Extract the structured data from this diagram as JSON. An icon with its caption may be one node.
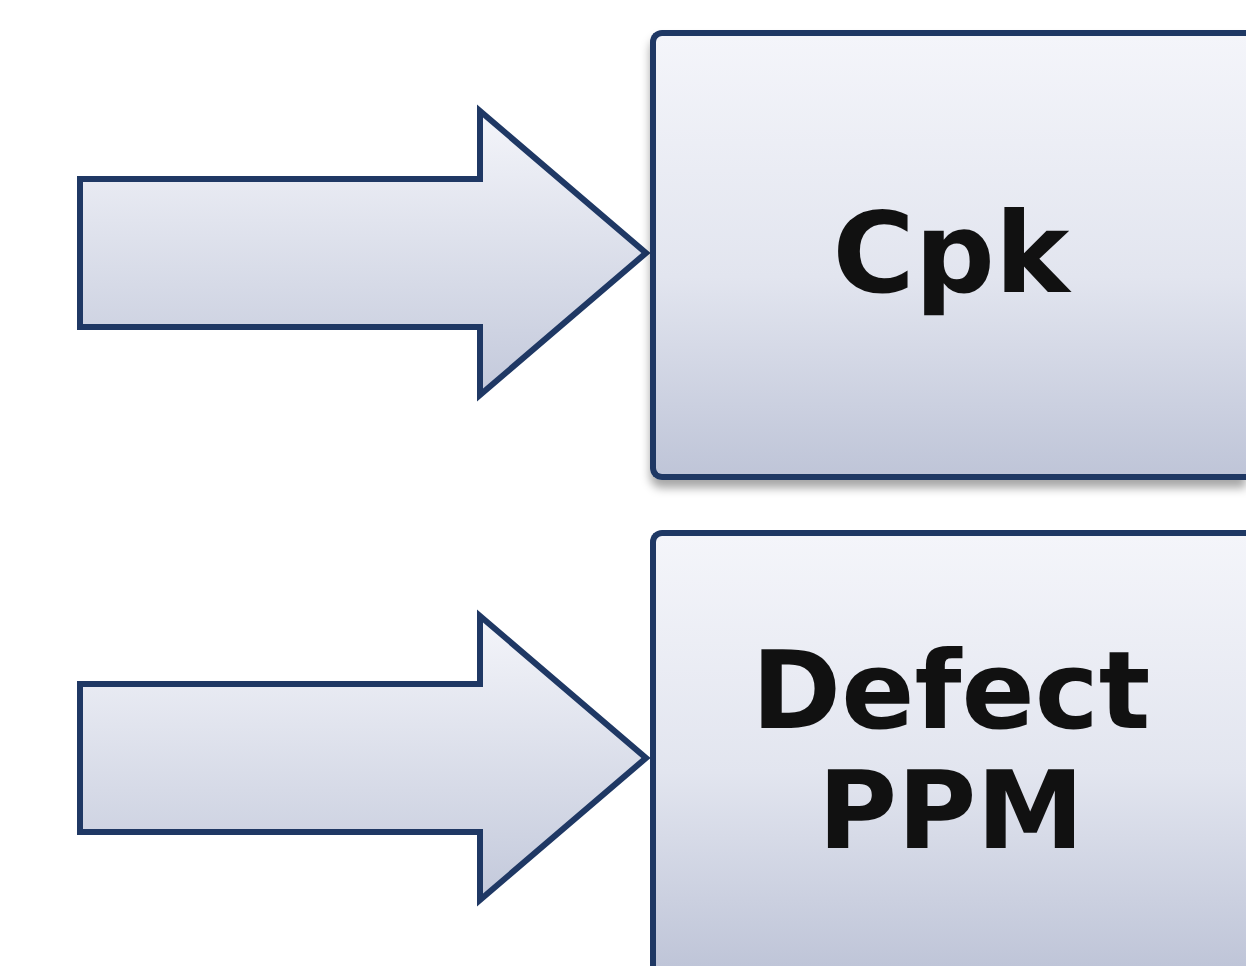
{
  "diagram": {
    "nodes": [
      {
        "text": [
          "Cpk"
        ]
      },
      {
        "text": [
          "Defect PPM"
        ]
      }
    ],
    "edges": [
      {
        "from": null,
        "to": 0,
        "arrow": "to"
      },
      {
        "from": null,
        "to": 1,
        "arrow": "to"
      }
    ]
  }
}
